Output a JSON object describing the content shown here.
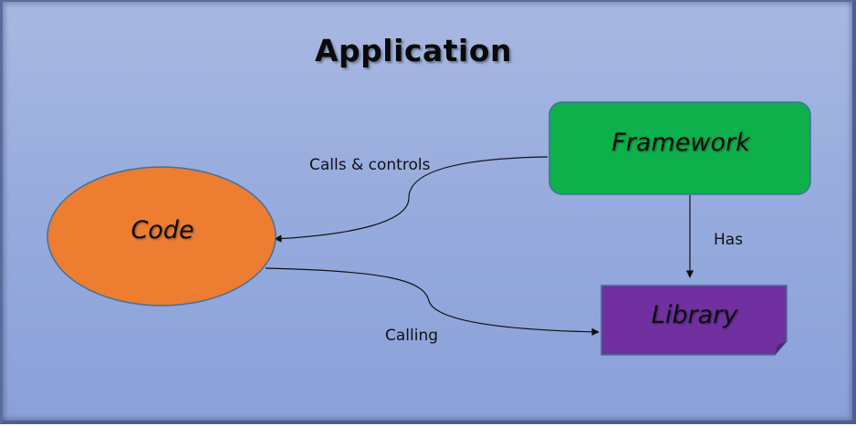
{
  "title": "Application",
  "colors": {
    "background": "#98acde",
    "framework": "#0db04b",
    "code": "#ed7d31",
    "library": "#7030a0",
    "outline": "#41719c",
    "line": "#111111"
  },
  "nodes": {
    "framework": {
      "label": "Framework",
      "shape": "rounded-rectangle"
    },
    "code": {
      "label": "Code",
      "shape": "ellipse"
    },
    "library": {
      "label": "Library",
      "shape": "folded-corner-rectangle"
    }
  },
  "edges": [
    {
      "from": "framework",
      "to": "code",
      "label": "Calls & controls"
    },
    {
      "from": "framework",
      "to": "library",
      "label": "Has"
    },
    {
      "from": "code",
      "to": "library",
      "label": "Calling"
    }
  ]
}
